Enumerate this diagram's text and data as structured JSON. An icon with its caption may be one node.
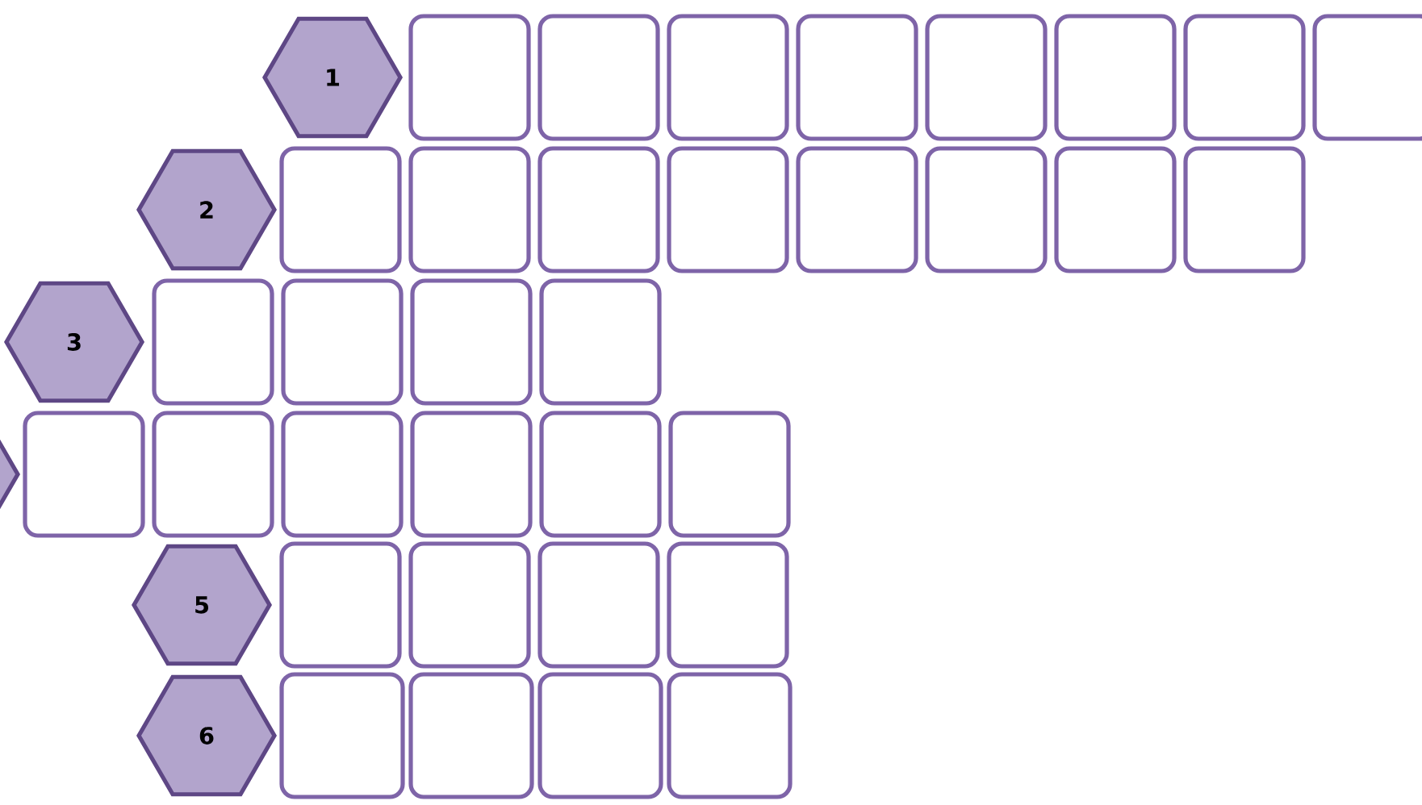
{
  "diagram": {
    "nodes": [
      {
        "text": [
          "1"
        ]
      },
      {
        "text": [],
        "shape": "box"
      },
      {
        "text": [],
        "shape": "box"
      },
      {
        "text": [],
        "shape": "box"
      },
      {
        "text": [],
        "shape": "box"
      },
      {
        "text": [],
        "shape": "box"
      },
      {
        "text": [],
        "shape": "box"
      },
      {
        "text": [],
        "shape": "box"
      },
      {
        "text": [],
        "shape": "box"
      },
      {
        "text": [
          "2"
        ]
      },
      {
        "text": [],
        "shape": "box"
      },
      {
        "text": [],
        "shape": "box"
      },
      {
        "text": [],
        "shape": "box"
      },
      {
        "text": [],
        "shape": "box"
      },
      {
        "text": [],
        "shape": "box"
      },
      {
        "text": [],
        "shape": "box"
      },
      {
        "text": [],
        "shape": "box"
      },
      {
        "text": [],
        "shape": "box"
      },
      {
        "text": [
          "3"
        ]
      },
      {
        "text": [],
        "shape": "box"
      },
      {
        "text": [],
        "shape": "box"
      },
      {
        "text": [],
        "shape": "box"
      },
      {
        "text": [],
        "shape": "box"
      },
      {
        "text": [],
        "shape": "hexagon"
      },
      {
        "text": [],
        "shape": "box"
      },
      {
        "text": [],
        "shape": "box"
      },
      {
        "text": [],
        "shape": "box"
      },
      {
        "text": [],
        "shape": "box"
      },
      {
        "text": [],
        "shape": "box"
      },
      {
        "text": [],
        "shape": "box"
      },
      {
        "text": [
          "5"
        ]
      },
      {
        "text": [],
        "shape": "box"
      },
      {
        "text": [],
        "shape": "box"
      },
      {
        "text": [],
        "shape": "box"
      },
      {
        "text": [],
        "shape": "box"
      },
      {
        "text": [
          "6"
        ]
      },
      {
        "text": [],
        "shape": "box"
      },
      {
        "text": [],
        "shape": "box"
      },
      {
        "text": [],
        "shape": "box"
      },
      {
        "text": [],
        "shape": "box"
      }
    ]
  }
}
